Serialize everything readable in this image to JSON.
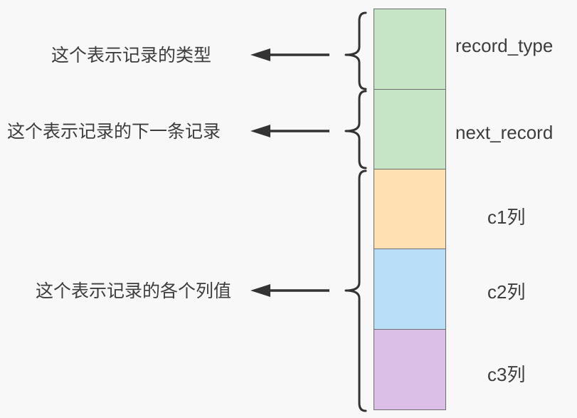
{
  "diagram": {
    "title_hint": "record structure diagram",
    "background_color": "#f8f8f8",
    "line_color": "#333333",
    "block_border_color": "#6e6e6e",
    "text_color": "#3d3d3d",
    "annotations": [
      {
        "label": "这个表示记录的类型",
        "points_to": "record_type"
      },
      {
        "label": "这个表示记录的下一条记录",
        "points_to": "next_record"
      },
      {
        "label": "这个表示记录的各个列值",
        "points_to": "c1列, c2列, c3列"
      }
    ],
    "blocks": [
      {
        "label": "record_type",
        "fill_color": "#c5e5c6"
      },
      {
        "label": "next_record",
        "fill_color": "#c5e5c6"
      },
      {
        "label": "c1列",
        "fill_color": "#fee0b2"
      },
      {
        "label": "c2列",
        "fill_color": "#b9def7"
      },
      {
        "label": "c3列",
        "fill_color": "#dcbfe7"
      }
    ]
  }
}
